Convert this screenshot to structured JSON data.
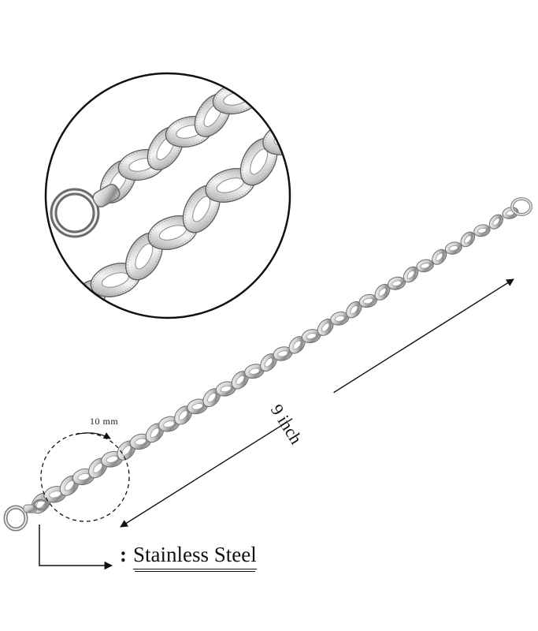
{
  "dimensions": {
    "width_label": "10 mm",
    "length_label": "9 inch"
  },
  "material": {
    "colon": ":",
    "label": "Stainless Steel"
  },
  "colors": {
    "steel_light": "#f2f2f2",
    "steel_mid": "#bdbdbd",
    "steel_dark": "#6e6e6e",
    "line": "#111111"
  },
  "icons": {
    "detail_view": "magnified-chain-detail-icon",
    "clasp": "lobster-clasp-icon"
  }
}
